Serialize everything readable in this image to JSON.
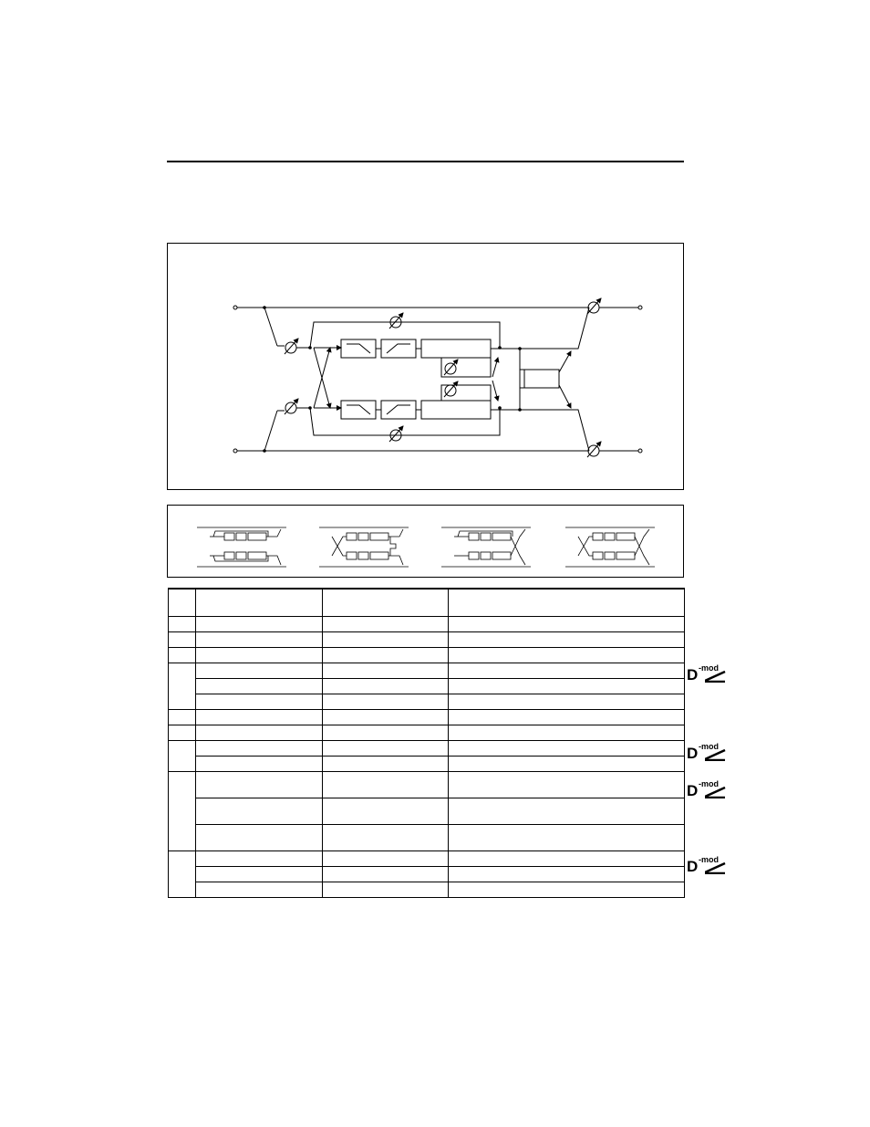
{
  "page": {
    "background": "#ffffff",
    "ink": "#000000"
  },
  "diagram": {
    "blocks": [
      "low-cut-filter",
      "high-cut-filter",
      "delay-line",
      "mixer"
    ],
    "icons": [
      "variable-gain-icon",
      "input-terminal-icon",
      "output-terminal-icon"
    ]
  },
  "routing": {
    "variants": [
      "routing-variant-1",
      "routing-variant-2",
      "routing-variant-3",
      "routing-variant-4"
    ]
  },
  "parameter_table": {
    "groups": [
      {
        "rows": 1,
        "height": "header"
      },
      {
        "rows": 1
      },
      {
        "rows": 1
      },
      {
        "rows": 1
      },
      {
        "rows": 3
      },
      {
        "rows": 1
      },
      {
        "rows": 1
      },
      {
        "rows": 2
      },
      {
        "rows": 3,
        "tall": true
      },
      {
        "rows": 3
      }
    ],
    "columns": 4
  },
  "dmod_marks": [
    {
      "letter": "D",
      "superscript": "-mod"
    },
    {
      "letter": "D",
      "superscript": "-mod"
    },
    {
      "letter": "D",
      "superscript": "-mod"
    },
    {
      "letter": "D",
      "superscript": "-mod"
    }
  ]
}
